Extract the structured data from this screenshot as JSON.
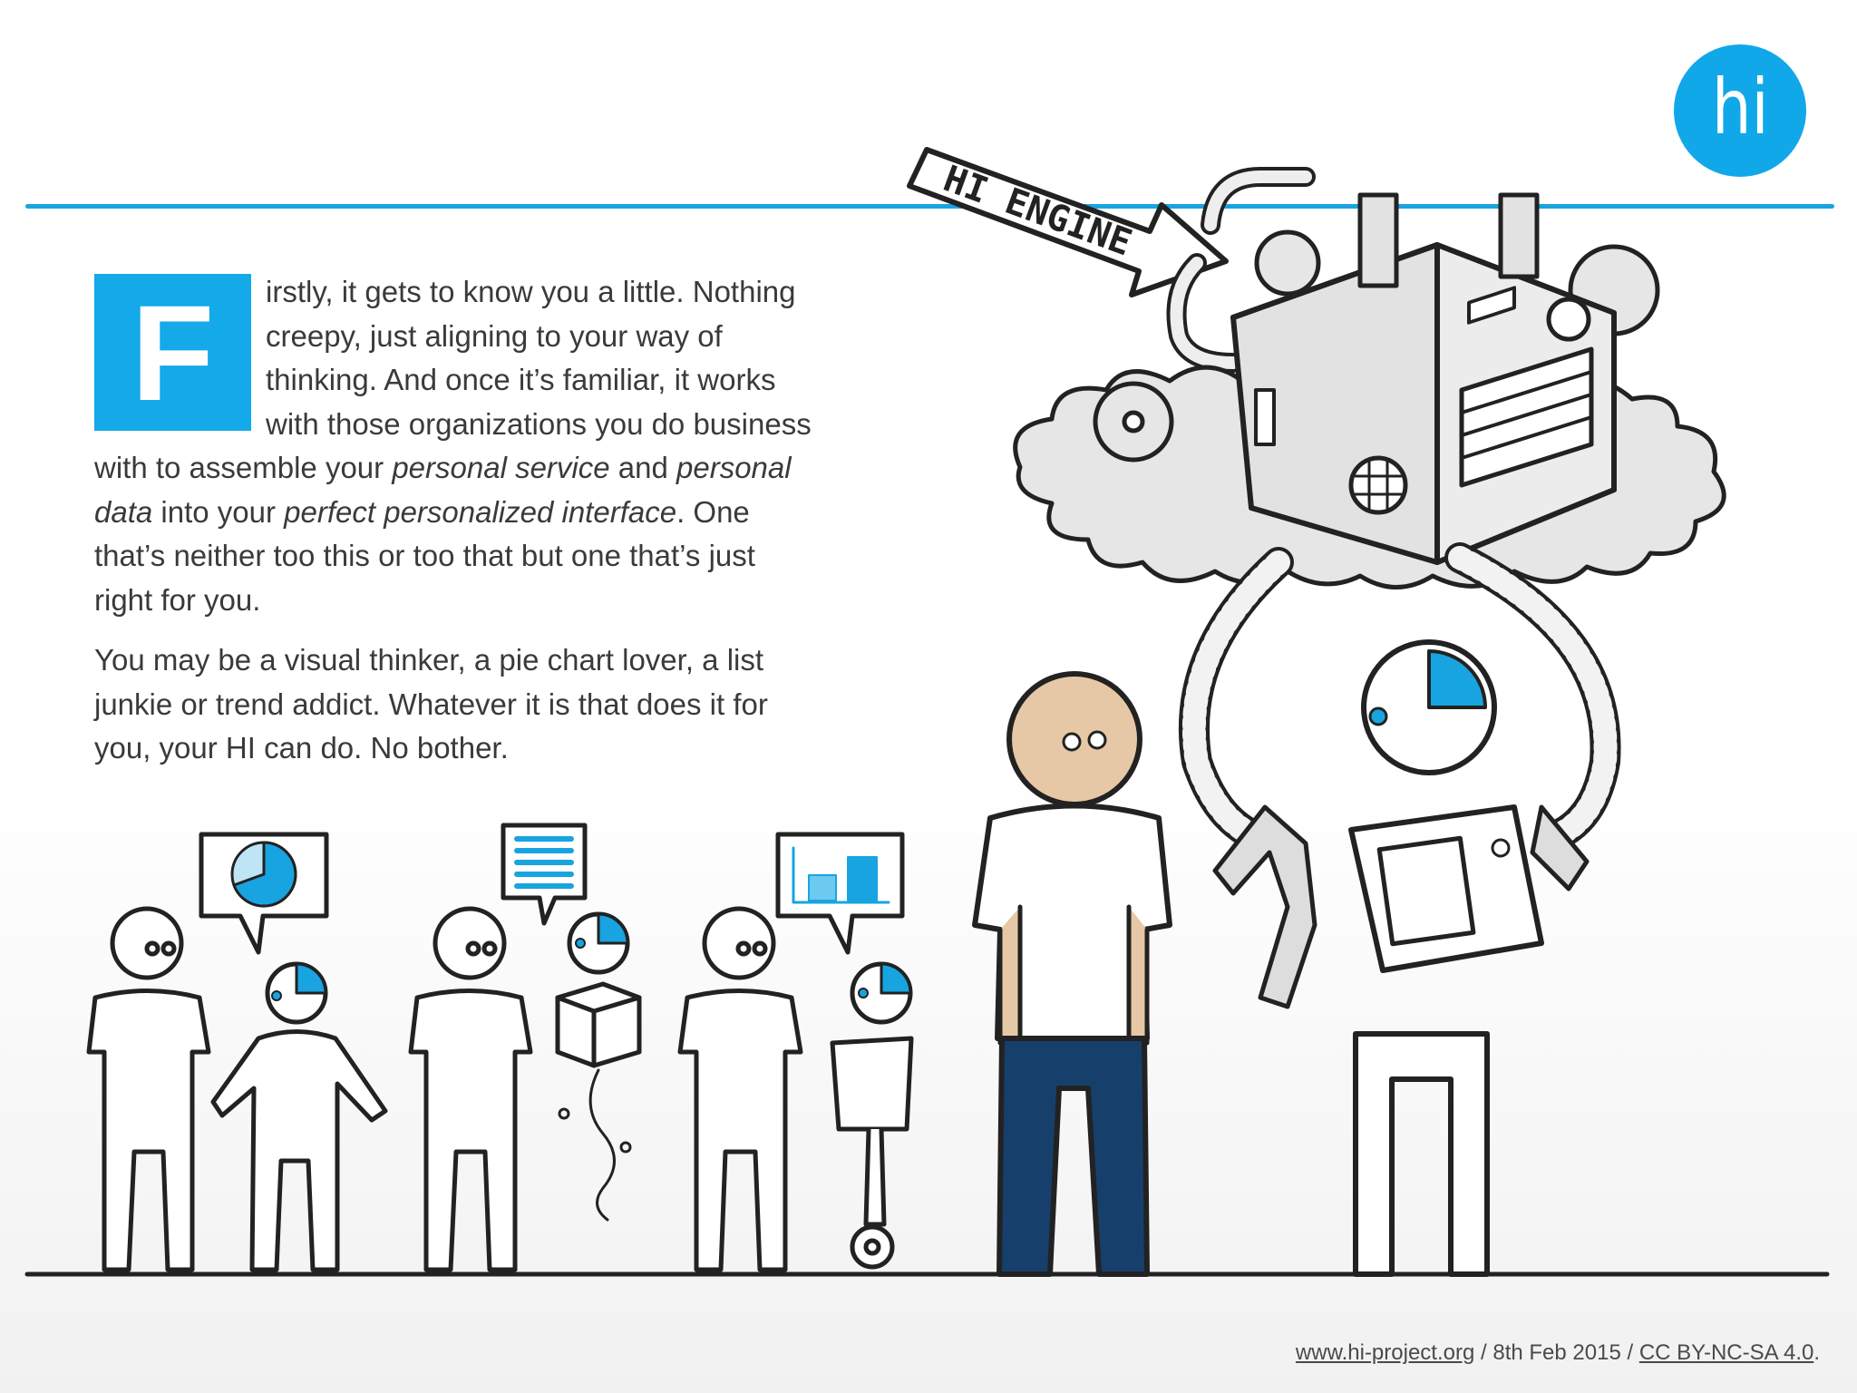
{
  "logo": {
    "text": "hi",
    "color": "#11a8ea"
  },
  "banner": {
    "label": "HI ENGINE"
  },
  "copy": {
    "dropcap": "F",
    "p1_a": "irstly, it gets to know you a little. Nothing creepy, just aligning to your way of thinking. And once it’s familiar, it works with those organizations you do business with to assemble your ",
    "p1_em1": "personal service",
    "p1_b": " and ",
    "p1_em2": "personal data",
    "p1_c": " into your ",
    "p1_em3": "perfect personalized interface",
    "p1_d": ". One that’s neither too this or too that but one that’s just right for you.",
    "p2": "You may be a visual thinker, a pie chart lover, a list junkie or trend addict. Whatever it is that does it for you, your HI can do. No bother."
  },
  "footer": {
    "site": "www.hi-project.org",
    "sep1": " / ",
    "date": "8th Feb 2015",
    "sep2": " / ",
    "license": "CC BY-NC-SA 4.0",
    "end": "."
  },
  "colors": {
    "accent": "#1ba3e0",
    "skin": "#e6c8a6",
    "jeans": "#173f6b",
    "machine": "#e2e2e2",
    "outline": "#222222"
  },
  "icons": [
    "pie-chart-icon",
    "list-document-icon",
    "bar-chart-icon",
    "gear-icon"
  ]
}
